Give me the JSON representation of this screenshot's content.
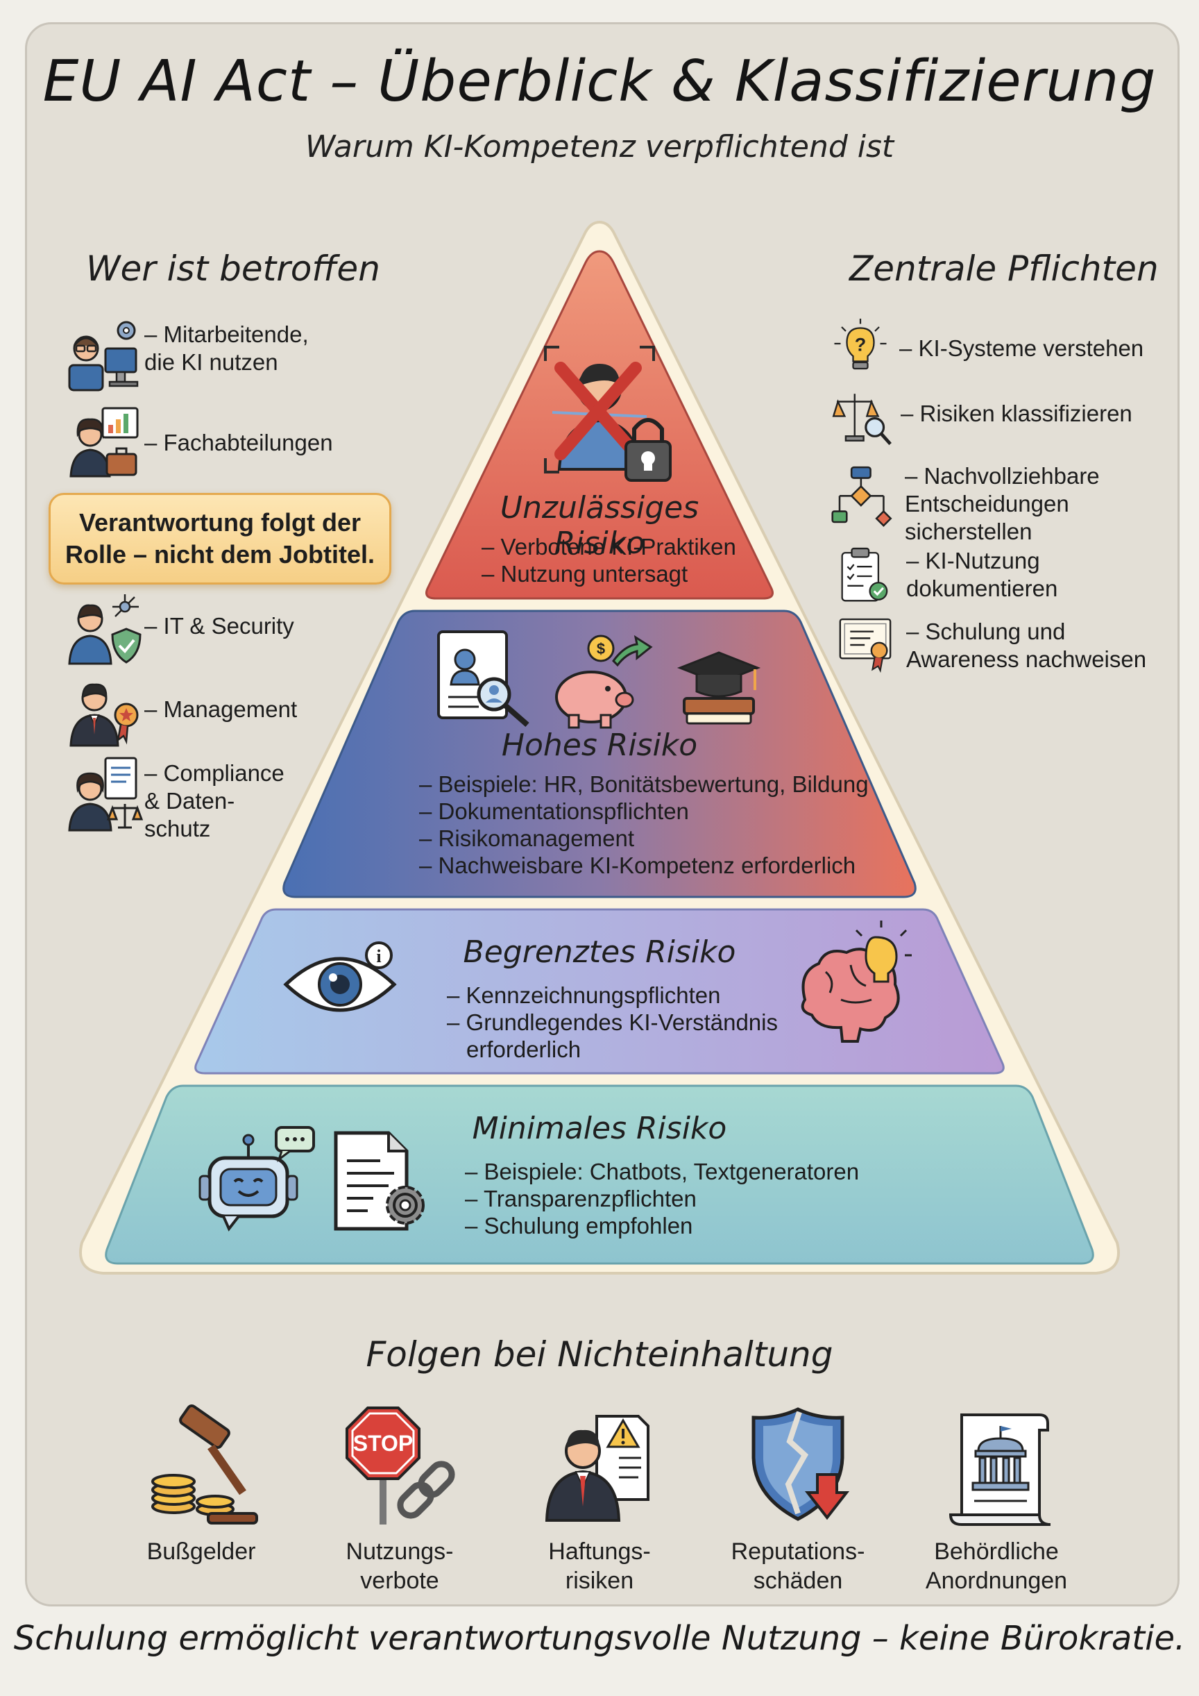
{
  "title": "EU AI Act – Überblick & Klassifizierung",
  "subtitle": "Warum KI-Kompetenz verpflichtend ist",
  "left": {
    "heading": "Wer ist betroffen",
    "items": [
      {
        "label": "– Mitarbeitende,\ndie KI nutzen",
        "icon": "employee-at-computer-icon"
      },
      {
        "label": "– Fachabteilungen",
        "icon": "department-chart-icon"
      },
      {
        "label": "– IT & Security",
        "icon": "it-security-shield-icon"
      },
      {
        "label": "– Management",
        "icon": "manager-award-icon"
      },
      {
        "label": "– Compliance\n& Daten-\nschutz",
        "icon": "compliance-scales-icon"
      }
    ],
    "highlight": "Verantwortung folgt der\nRolle – nicht dem Jobtitel."
  },
  "right": {
    "heading": "Zentrale Pflichten",
    "items": [
      {
        "label": "– KI-Systeme verstehen",
        "icon": "lightbulb-question-icon"
      },
      {
        "label": "– Risiken klassifizieren",
        "icon": "scales-magnifier-icon"
      },
      {
        "label": "– Nachvollziehbare\nEntscheidungen\nsicherstellen",
        "icon": "flowchart-icon"
      },
      {
        "label": "– KI-Nutzung\ndokumentieren",
        "icon": "clipboard-check-icon"
      },
      {
        "label": "– Schulung und\nAwareness nachweisen",
        "icon": "certificate-icon"
      }
    ]
  },
  "pyramid": {
    "tiers": [
      {
        "title": "Unzulässiges Risiko",
        "color_top": "#ef8f72",
        "color_bottom": "#d9584e",
        "bullets": [
          "Verbotene KI-Praktiken",
          "Nutzung untersagt"
        ]
      },
      {
        "title": "Hohes Risiko",
        "color_left": "#4d74b4",
        "color_right": "#e8755f",
        "bullets": [
          "Beispiele: HR, Bonitätsbewertung, Bildung",
          "Dokumentationspflichten",
          "Risikomanagement",
          "Nachweisbare KI-Kompetenz erforderlich"
        ]
      },
      {
        "title": "Begrenztes Risiko",
        "color_left": "#a9c7e8",
        "color_right": "#b79ad4",
        "bullets": [
          "Kennzeichnungspflichten",
          "Grundlegendes KI-Verständnis"
        ],
        "continuation": "erforderlich"
      },
      {
        "title": "Minimales Risiko",
        "color_top": "#9fd3d1",
        "color_bottom": "#8fc6cf",
        "bullets": [
          "Beispiele: Chatbots, Textgeneratoren",
          "Transparenzpflichten",
          "Schulung empfohlen"
        ]
      }
    ]
  },
  "consequences": {
    "heading": "Folgen bei Nichteinhaltung",
    "items": [
      {
        "label": "Bußgelder",
        "icon": "gavel-coins-icon"
      },
      {
        "label": "Nutzungs-\nverbote",
        "icon": "stop-sign-chain-icon"
      },
      {
        "label": "Haftungs-\nrisiken",
        "icon": "liability-warning-icon"
      },
      {
        "label": "Reputations-\nschäden",
        "icon": "broken-shield-icon"
      },
      {
        "label": "Behördliche\nAnordnungen",
        "icon": "authority-document-icon"
      }
    ],
    "stop_text": "STOP"
  },
  "footer": "Schulung ermöglicht verantwortungsvolle Nutzung – keine Bürokratie."
}
